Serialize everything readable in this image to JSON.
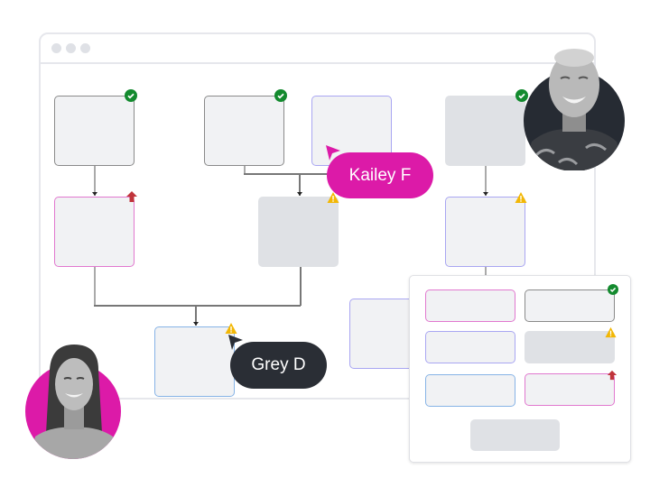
{
  "window": {
    "controls": [
      "close",
      "minimize",
      "maximize"
    ]
  },
  "colors": {
    "accent_pink": "#dc1aa8",
    "cursor_dark": "#2a2e35",
    "status_ok": "#138a2e",
    "status_warning": "#f2b705",
    "status_priority": "#c0343b"
  },
  "nodes": [
    {
      "id": "n1",
      "style": "grey",
      "status": "check"
    },
    {
      "id": "n2",
      "style": "grey",
      "status": "check"
    },
    {
      "id": "n3",
      "style": "purple",
      "status": ""
    },
    {
      "id": "n4",
      "style": "filled",
      "status": "check"
    },
    {
      "id": "n5",
      "style": "pink",
      "status": "priority"
    },
    {
      "id": "n6",
      "style": "filled",
      "status": "warning"
    },
    {
      "id": "n7",
      "style": "purple",
      "status": "warning"
    },
    {
      "id": "n8",
      "style": "blue",
      "status": "warning"
    },
    {
      "id": "n9",
      "style": "purple",
      "status": ""
    }
  ],
  "panel": {
    "items": [
      {
        "style": "pink",
        "status": ""
      },
      {
        "style": "grey",
        "status": "check"
      },
      {
        "style": "purple",
        "status": ""
      },
      {
        "style": "filled",
        "status": "warning"
      },
      {
        "style": "blue",
        "status": ""
      },
      {
        "style": "pink",
        "status": "priority"
      }
    ],
    "footer_button": "filled"
  },
  "collaborators": [
    {
      "name": "Kailey F",
      "cursor_color": "#dc1aa8"
    },
    {
      "name": "Grey D",
      "cursor_color": "#2a2e35"
    }
  ],
  "avatars": [
    {
      "person": "man-laughing",
      "ring": "#262b33"
    },
    {
      "person": "woman-smiling",
      "ring": "#dc1aa8"
    }
  ]
}
